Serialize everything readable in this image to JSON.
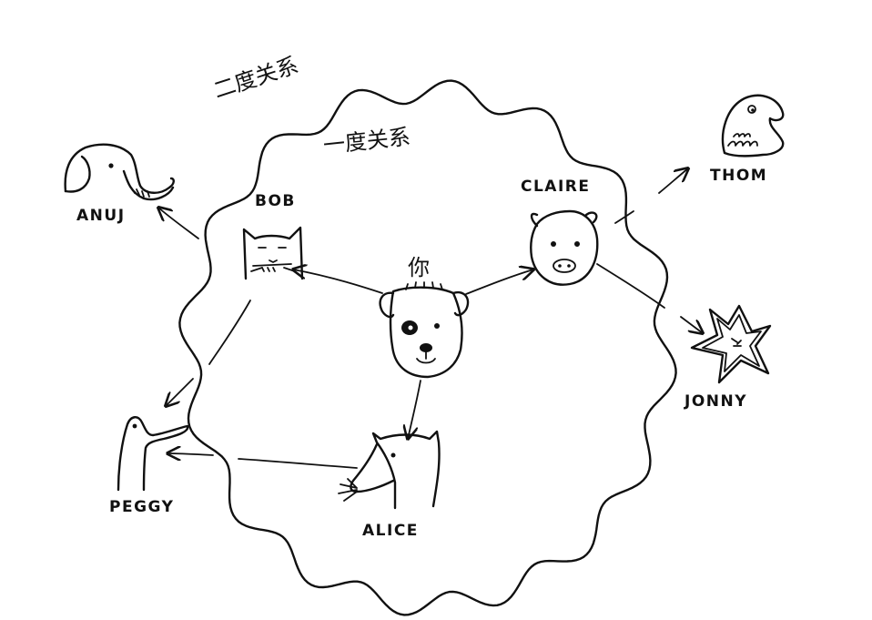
{
  "zones": {
    "second_degree": "二度关系",
    "first_degree": "一度关系"
  },
  "nodes": {
    "you": "你",
    "bob": "BOB",
    "claire": "CLAIRE",
    "alice": "ALICE",
    "anuj": "ANUJ",
    "thom": "THOM",
    "jonny": "JONNY",
    "peggy": "PEGGY"
  },
  "edges": [
    {
      "from": "you",
      "to": "bob"
    },
    {
      "from": "you",
      "to": "claire"
    },
    {
      "from": "you",
      "to": "alice"
    },
    {
      "from": "bob",
      "to": "anuj"
    },
    {
      "from": "bob",
      "to": "peggy"
    },
    {
      "from": "claire",
      "to": "thom"
    },
    {
      "from": "claire",
      "to": "jonny"
    },
    {
      "from": "alice",
      "to": "peggy"
    }
  ]
}
